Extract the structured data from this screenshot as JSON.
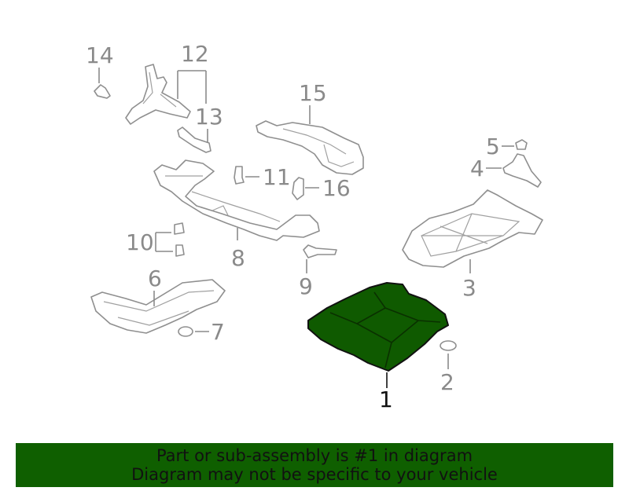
{
  "callouts": {
    "n1": "1",
    "n2": "2",
    "n3": "3",
    "n4": "4",
    "n5": "5",
    "n6": "6",
    "n7": "7",
    "n8": "8",
    "n9": "9",
    "n10": "10",
    "n11": "11",
    "n12": "12",
    "n13": "13",
    "n14": "14",
    "n15": "15",
    "n16": "16"
  },
  "highlighted_part": "1",
  "colors": {
    "highlight": "#0f5a00",
    "banner": "#0f5f00",
    "line": "#8f8f8f"
  },
  "banner": {
    "line1": "Part or sub-assembly is #1 in diagram",
    "line2": "Diagram may not be specific to your vehicle"
  }
}
